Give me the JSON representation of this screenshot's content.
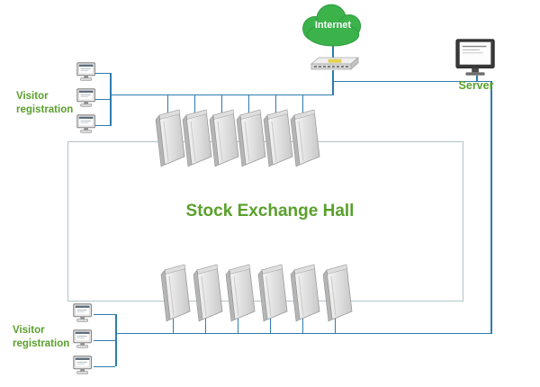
{
  "diagram": {
    "labels": {
      "internet": "Internet",
      "server": "Server",
      "hall": "Stock Exchange Hall",
      "visitor_registration_top": "Visitor registration",
      "visitor_registration_bottom": "Visitor registration"
    },
    "colors": {
      "label_green": "#5aa02c",
      "cloud_green": "#3bb24a",
      "line_blue": "#2e7cae",
      "hall_border": "#b0c4ca"
    },
    "counts": {
      "top_turnstiles": 6,
      "bottom_turnstiles": 6,
      "top_workstations": 3,
      "bottom_workstations": 3
    },
    "icons": {
      "cloud": "internet-cloud-icon",
      "switch": "network-switch-icon",
      "server": "server-monitor-icon",
      "workstation": "workstation-icon",
      "turnstile": "turnstile-gate-icon"
    }
  }
}
